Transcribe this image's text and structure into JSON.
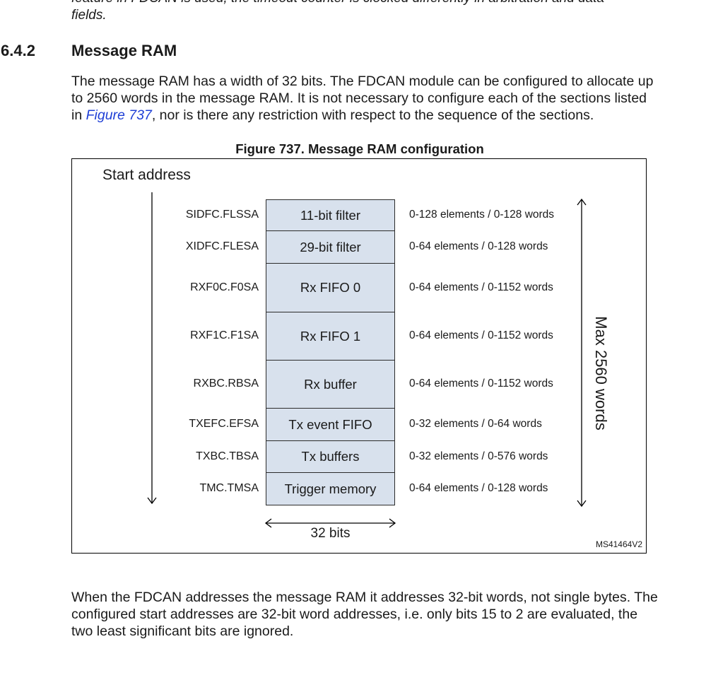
{
  "document": {
    "previous_text_line1": "feature in FDCAN is used, the timeout counter is clocked differently in arbitration and data",
    "previous_text_line2": "fields.",
    "section_number": "6.4.2",
    "section_title": "Message RAM",
    "paragraph1_before_link": "The message RAM has a width of 32 bits. The FDCAN module can be configured to allocate up to 2560 words in the message RAM. It is not necessary to configure each of the sections listed in ",
    "paragraph1_link": "Figure 737",
    "paragraph1_after_link": ", nor is there any restriction with respect to the sequence of the sections.",
    "paragraph2": "When the FDCAN addresses the message RAM it addresses 32-bit words, not single bytes. The configured start addresses are 32-bit word addresses, i.e. only bits 15 to 2 are evaluated, the two least significant bits are ignored.",
    "link_color": "#1f3fd6"
  },
  "figure": {
    "caption": "Figure 737. Message RAM configuration",
    "start_label": "Start address",
    "max_label": "Max 2560 words",
    "width_label": "32 bits",
    "figure_id": "MS41464V2",
    "cell_color": "#d8e1ed",
    "sections": [
      {
        "register": "SIDFC.FLSSA",
        "name": "11-bit filter",
        "size": "0-128 elements / 0-128 words"
      },
      {
        "register": "XIDFC.FLESA",
        "name": "29-bit filter",
        "size": "0-64 elements / 0-128 words"
      },
      {
        "register": "RXF0C.F0SA",
        "name": "Rx FIFO 0",
        "size": "0-64 elements / 0-1152 words"
      },
      {
        "register": "RXF1C.F1SA",
        "name": "Rx FIFO 1",
        "size": "0-64 elements / 0-1152 words"
      },
      {
        "register": "RXBC.RBSA",
        "name": "Rx buffer",
        "size": "0-64 elements / 0-1152 words"
      },
      {
        "register": "TXEFC.EFSA",
        "name": "Tx event FIFO",
        "size": "0-32 elements / 0-64 words"
      },
      {
        "register": "TXBC.TBSA",
        "name": "Tx buffers",
        "size": "0-32 elements / 0-576 words"
      },
      {
        "register": "TMC.TMSA",
        "name": "Trigger memory",
        "size": "0-64 elements / 0-128 words"
      }
    ]
  }
}
